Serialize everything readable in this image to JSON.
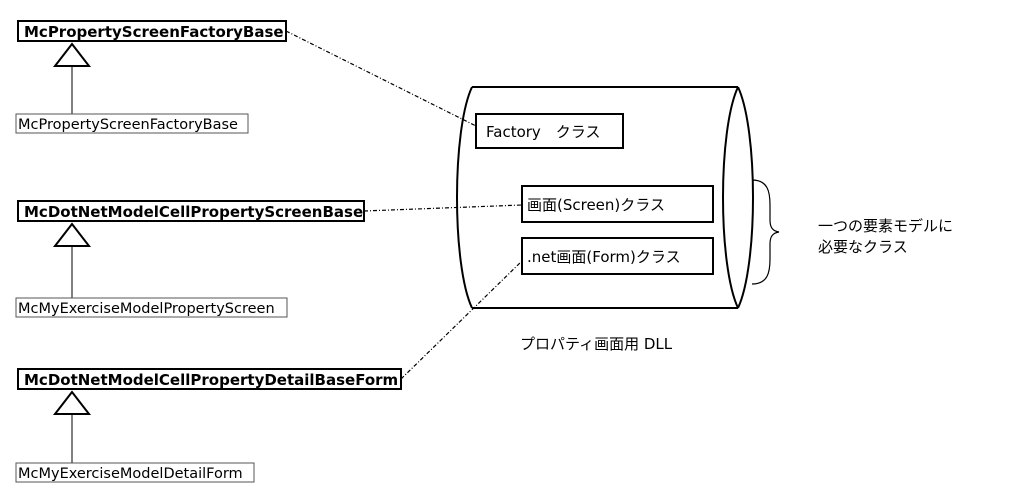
{
  "base_classes": [
    "McPropertyScreenFactoryBase",
    "McDotNetModelCellPropertyScreenBase",
    "McDotNetModelCellPropertyDetailBaseForm"
  ],
  "derived_classes": [
    "McPropertyScreenFactoryBase",
    "McMyExerciseModelPropertyScreen",
    "McMyExerciseModelDetailForm"
  ],
  "dll_classes": [
    "Factory　クラス",
    "画面(Screen)クラス",
    ".net画面(Form)クラス"
  ],
  "dll_label": "プロパティ画面用 DLL",
  "brace_note": [
    "一つの要素モデルに",
    "必要なクラス"
  ]
}
